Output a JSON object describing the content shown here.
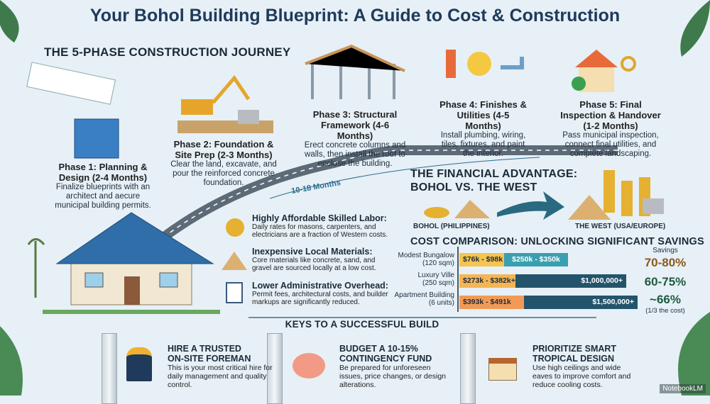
{
  "title": "Your Bohol Building Blueprint: A Guide to Cost & Construction",
  "journey": {
    "heading": "THE 5-PHASE CONSTRUCTION JOURNEY",
    "duration": "10-18 Months",
    "phases": [
      {
        "title": "Phase 1: Planning & Design (2-4 Months)",
        "desc": "Finalize blueprints with an architect and aecure municipal building permits.",
        "icon": "blueprint-icon"
      },
      {
        "title": "Phase 2: Foundation & Site Prep (2-3 Months)",
        "desc": "Clear the land, excavate, and pour the reinforced concrete foundation.",
        "icon": "excavator-icon"
      },
      {
        "title": "Phase 3: Structural Framework (4-6 Months)",
        "desc": "Erect concrete columns and walls, then install the roof to enclose the building.",
        "icon": "frame-icon"
      },
      {
        "title": "Phase 4: Finishes & Utilities (4-5 Months)",
        "desc": "Install plumbing, wiring, tiles, fixtures, and paint the interior.",
        "icon": "utilities-icon"
      },
      {
        "title": "Phase 5: Final Inspection & Handover (1-2 Months)",
        "desc": "Pass municipal inspection, connect final utilities, and complete landscaping.",
        "icon": "house-keys-icon"
      }
    ]
  },
  "financial": {
    "heading1": "THE FINANCIAL ADVANTAGE:",
    "heading2": "BOHOL VS. THE WEST",
    "left_label": "BOHOL (PHILIPPINES)",
    "right_label": "THE WEST (USA/EUROPE)"
  },
  "benefits": [
    {
      "title": "Highly Affordable Skilled Labor:",
      "desc": "Daily rates for masons, carpenters, and electricians are a fraction of Western costs.",
      "icon": "coins-hand-icon"
    },
    {
      "title": "Inexpensive Local Materials:",
      "desc": "Core materials like concrete, sand, and gravel are sourced locally at a low cost.",
      "icon": "sand-pile-icon"
    },
    {
      "title": "Lower Administrative Overhead:",
      "desc": "Permit fees, architectural costs, and builder markups are significantly reduced.",
      "icon": "clipboard-check-icon"
    }
  ],
  "chart_data": {
    "type": "bar",
    "title": "COST COMPARISON: UNLOCKING SIGNIFICANT SAVINGS",
    "savings_label": "Savings",
    "categories": [
      "Modest Bungalow (120 sqm)",
      "Luxury Ville (250 sqm)",
      "Apartment Building (6 units)"
    ],
    "cat_lines": [
      [
        "Modest Bungalow",
        "(120 sqm)"
      ],
      [
        "Luxury Ville",
        "(250 sqm)"
      ],
      [
        "Apartment Building",
        "(6 units)"
      ]
    ],
    "series": [
      {
        "name": "Bohol",
        "labels": [
          "$76k - $98k",
          "$273k - $382k+",
          "$393k - $491k"
        ],
        "values_k": [
          [
            76,
            98
          ],
          [
            273,
            382
          ],
          [
            393,
            491
          ]
        ]
      },
      {
        "name": "The West",
        "labels": [
          "$250k - $350k",
          "$1,000,000+",
          "$1,500,000+"
        ],
        "values_k": [
          [
            250,
            350
          ],
          [
            1000,
            1000
          ],
          [
            1500,
            1500
          ]
        ]
      }
    ],
    "savings": [
      "70-80%",
      "60-75%",
      "~66%"
    ],
    "savings_note": "(1/3 the cost)"
  },
  "keys": {
    "heading": "KEYS TO A SUCCESSFUL BUILD",
    "items": [
      {
        "title1": "HIRE A TRUSTED",
        "title2": "ON-SITE FOREMAN",
        "desc": "This is your most critical hire for daily management and quality control."
      },
      {
        "title1": "BUDGET A 10-15%",
        "title2": "CONTINGENCY FUND",
        "desc": "Be prepared for unforeseen issues, price changes, or design alterations."
      },
      {
        "title1": "PRIORITIZE SMART",
        "title2": "TROPICAL DESIGN",
        "desc": "Use high ceilings and wide eaves to improve comfort and reduce cooling costs."
      }
    ]
  },
  "watermark": "NotebookLM",
  "colors": {
    "navy": "#1f3a5a",
    "bohol_yellow": "#f5c451",
    "bohol_orange": "#f29a55",
    "west_teal": "#3a9fb0",
    "west_navy": "#23546b",
    "savings1": "#8a5a1a",
    "savings2": "#1f5a40"
  }
}
